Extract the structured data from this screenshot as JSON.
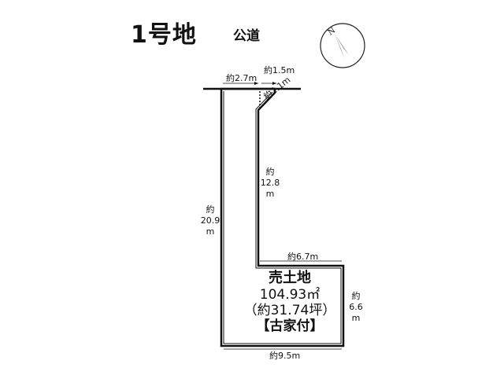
{
  "lot_title": "1号地",
  "road_label": "公道",
  "compass": {
    "north_letter": "N"
  },
  "dimensions": {
    "top_left": "約2.7m",
    "top_right": "約1.5m",
    "diagonal": "約2.1m",
    "inner_vertical": [
      "約",
      "12.8",
      "m"
    ],
    "left_vertical": [
      "約",
      "20.9",
      "m"
    ],
    "middle_horizontal": "約6.7m",
    "right_vertical": [
      "約",
      "6.6",
      "m"
    ],
    "bottom": "約9.5m"
  },
  "summary": {
    "status": "売土地",
    "area_sqm": "104.93㎡",
    "area_tsubo": "（約31.74坪）",
    "condition": "【古家付】"
  }
}
